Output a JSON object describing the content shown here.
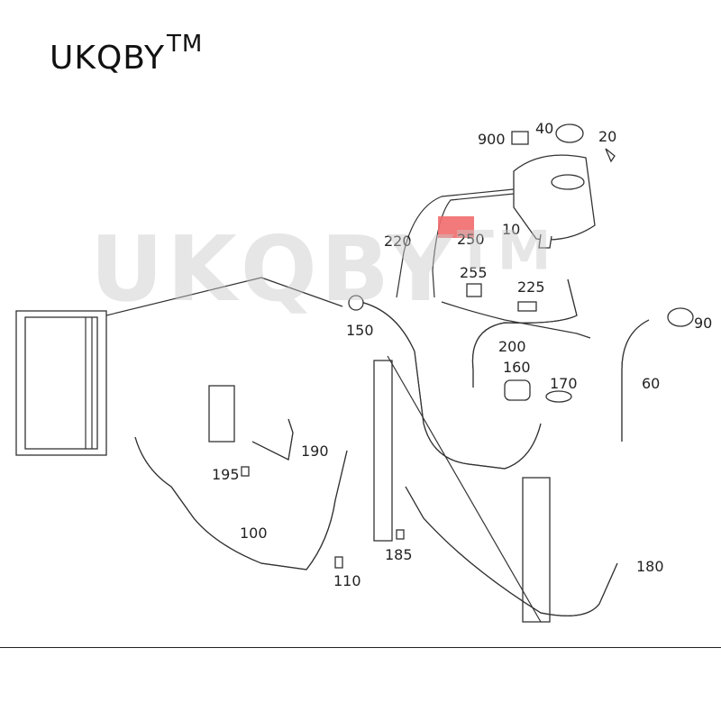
{
  "brand": {
    "name": "UKQBY",
    "tm": "TM"
  },
  "watermark": {
    "name": "UKQBY",
    "tm": "TM"
  },
  "highlight_color": "#f26b6b",
  "callouts": [
    "900",
    "40",
    "20",
    "10",
    "220",
    "250",
    "255",
    "225",
    "150",
    "90",
    "200",
    "160",
    "170",
    "60",
    "190",
    "195",
    "100",
    "185",
    "110",
    "180"
  ]
}
